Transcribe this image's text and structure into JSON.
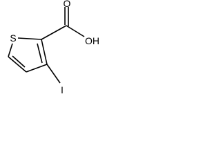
{
  "molecule": {
    "atoms": {
      "sulfur": "S",
      "hydroxyl": "OH",
      "carbonyl_oxygen": "O",
      "iodine": "I"
    },
    "colors": {
      "bond": "#000000",
      "label": "#000000",
      "background": "#ffffff"
    }
  }
}
